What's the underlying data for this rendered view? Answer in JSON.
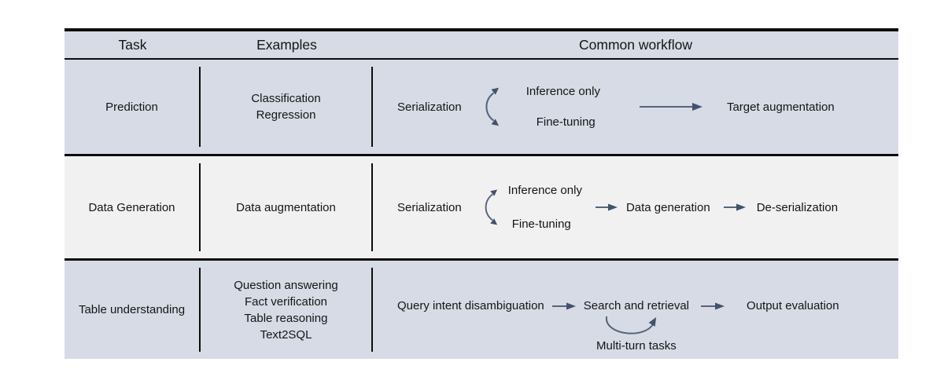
{
  "colors": {
    "row_bg": "#d6dbe5",
    "row_alt_bg": "#f1f1f2",
    "rule": "#0d0d0d",
    "arrow_line": "#56647c",
    "arrow_head": "#42526b",
    "text": "#151515"
  },
  "header": {
    "task": "Task",
    "examples": "Examples",
    "workflow": "Common workflow"
  },
  "rows": [
    {
      "task": "Prediction",
      "examples": [
        "Classification",
        "Regression"
      ],
      "workflow": {
        "step1": "Serialization",
        "branch_top": "Inference only",
        "branch_bottom": "Fine-tuning",
        "end": "Target augmentation"
      }
    },
    {
      "task": "Data Generation",
      "examples": [
        "Data augmentation"
      ],
      "workflow": {
        "step1": "Serialization",
        "branch_top": "Inference only",
        "branch_bottom": "Fine-tuning",
        "step2": "Data generation",
        "end": "De-serialization"
      }
    },
    {
      "task": "Table understanding",
      "examples": [
        "Question answering",
        "Fact verification",
        "Table reasoning",
        "Text2SQL"
      ],
      "workflow": {
        "step1": "Query intent disambiguation",
        "step2": "Search and retrieval",
        "end": "Output evaluation",
        "loop_label": "Multi-turn tasks"
      }
    }
  ]
}
